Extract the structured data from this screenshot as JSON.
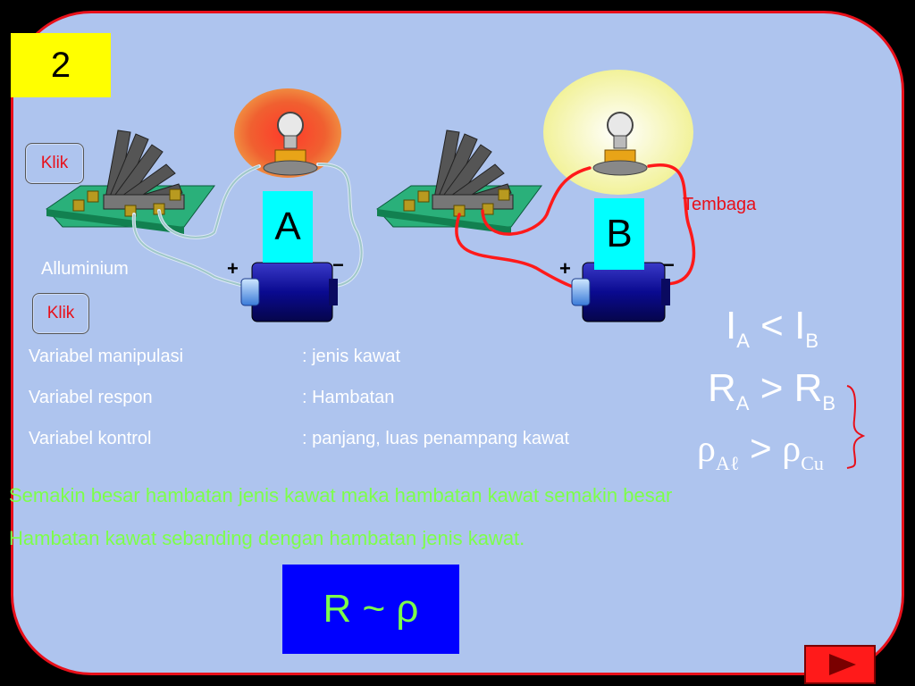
{
  "slide": {
    "number": "2"
  },
  "buttons": {
    "klik_top": "Klik",
    "klik_bottom": "Klik"
  },
  "labels": {
    "aluminium": "Alluminium",
    "tembaga": "Tembaga",
    "lamp_a": "A",
    "lamp_b": "B",
    "plus": "+",
    "minus": "−"
  },
  "variables": [
    {
      "name": "Variabel manipulasi",
      "value": ": jenis kawat"
    },
    {
      "name": "Variabel respon",
      "value": ": Hambatan"
    },
    {
      "name": "Variabel kontrol",
      "value": ": panjang, luas penampang kawat"
    }
  ],
  "conclusions": {
    "line1": "Semakin besar hambatan jenis kawat maka hambatan kawat semakin besar",
    "line2": "Hambatan kawat sebanding dengan hambatan jenis kawat."
  },
  "formulas": {
    "current": {
      "left": "I",
      "left_sub": "A",
      "op": " < ",
      "right": "I",
      "right_sub": "B"
    },
    "resistance": {
      "left": "R",
      "left_sub": "A",
      "op": " > ",
      "right": "R",
      "right_sub": "B"
    },
    "resistivity": {
      "left": "ρ",
      "left_sub": "Aℓ",
      "op": " > ",
      "right": "ρ",
      "right_sub": "Cu"
    },
    "proportional": "R ~ ρ"
  },
  "colors": {
    "panel": "#aec4ee",
    "border": "#e8101a",
    "conclusion": "#7dff4a",
    "formula_box": "#0000ff"
  }
}
